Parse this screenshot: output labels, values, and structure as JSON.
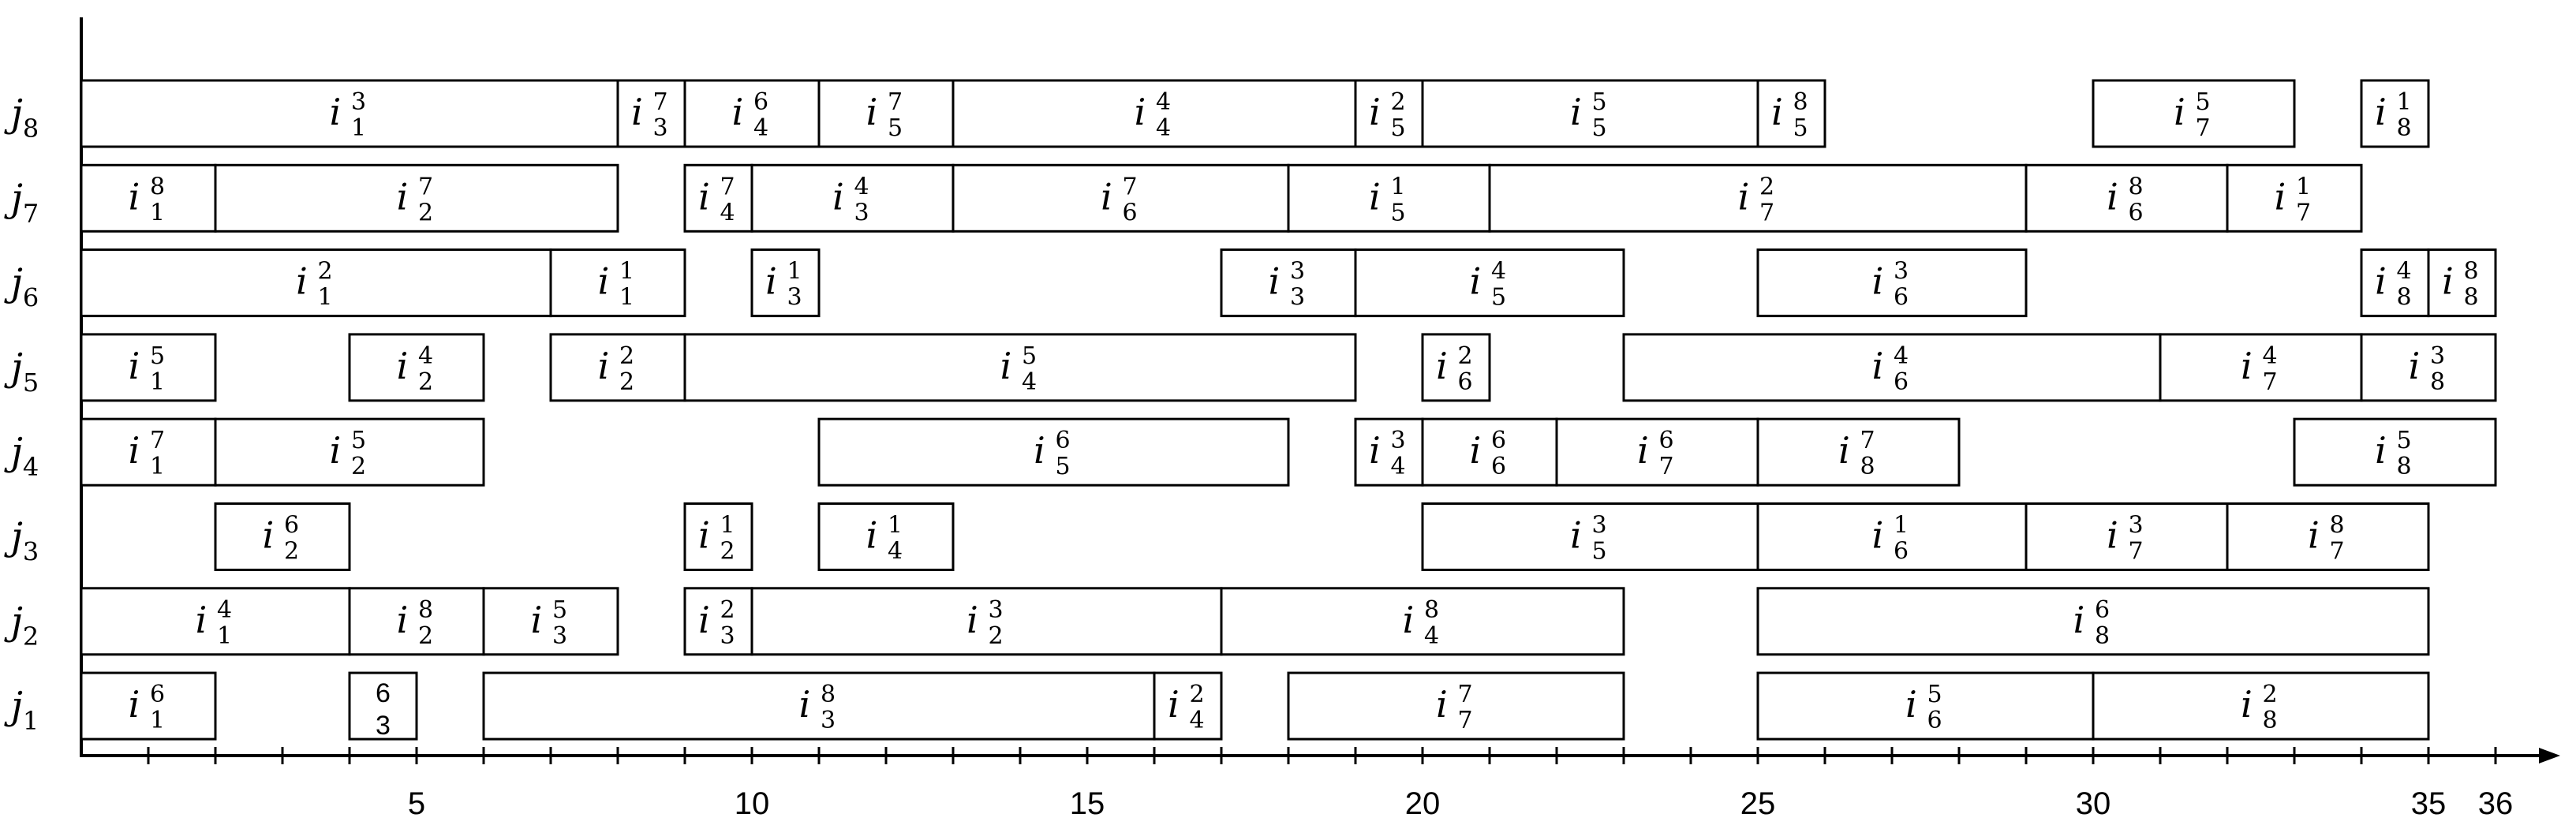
{
  "chart_data": {
    "type": "gantt",
    "x_range": [
      0,
      36
    ],
    "x_tick_labels": [
      5,
      10,
      15,
      20,
      25,
      30,
      35,
      36
    ],
    "rows": [
      {
        "label_base": "j",
        "label_sub": "8",
        "tasks": [
          {
            "start": 0,
            "end": 8,
            "sub": "1",
            "sup": "3"
          },
          {
            "start": 8,
            "end": 9,
            "sub": "3",
            "sup": "7"
          },
          {
            "start": 9,
            "end": 11,
            "sub": "4",
            "sup": "6"
          },
          {
            "start": 11,
            "end": 13,
            "sub": "5",
            "sup": "7"
          },
          {
            "start": 13,
            "end": 19,
            "sub": "4",
            "sup": "4"
          },
          {
            "start": 19,
            "end": 20,
            "sub": "5",
            "sup": "2"
          },
          {
            "start": 20,
            "end": 25,
            "sub": "5",
            "sup": "5"
          },
          {
            "start": 25,
            "end": 26,
            "sub": "5",
            "sup": "8"
          },
          {
            "start": 30,
            "end": 33,
            "sub": "7",
            "sup": "5"
          },
          {
            "start": 34,
            "end": 35,
            "sub": "8",
            "sup": "1"
          }
        ]
      },
      {
        "label_base": "j",
        "label_sub": "7",
        "tasks": [
          {
            "start": 0,
            "end": 2,
            "sub": "1",
            "sup": "8"
          },
          {
            "start": 2,
            "end": 8,
            "sub": "2",
            "sup": "7"
          },
          {
            "start": 9,
            "end": 10,
            "sub": "4",
            "sup": "7"
          },
          {
            "start": 10,
            "end": 13,
            "sub": "3",
            "sup": "4"
          },
          {
            "start": 13,
            "end": 18,
            "sub": "6",
            "sup": "7"
          },
          {
            "start": 18,
            "end": 21,
            "sub": "5",
            "sup": "1"
          },
          {
            "start": 21,
            "end": 29,
            "sub": "7",
            "sup": "2"
          },
          {
            "start": 29,
            "end": 32,
            "sub": "6",
            "sup": "8"
          },
          {
            "start": 32,
            "end": 34,
            "sub": "7",
            "sup": "1"
          }
        ]
      },
      {
        "label_base": "j",
        "label_sub": "6",
        "tasks": [
          {
            "start": 0,
            "end": 7,
            "sub": "1",
            "sup": "2"
          },
          {
            "start": 7,
            "end": 9,
            "sub": "1",
            "sup": "1"
          },
          {
            "start": 10,
            "end": 11,
            "sub": "3",
            "sup": "1"
          },
          {
            "start": 17,
            "end": 19,
            "sub": "3",
            "sup": "3"
          },
          {
            "start": 19,
            "end": 23,
            "sub": "5",
            "sup": "4"
          },
          {
            "start": 25,
            "end": 29,
            "sub": "6",
            "sup": "3"
          },
          {
            "start": 34,
            "end": 35,
            "sub": "8",
            "sup": "4"
          },
          {
            "start": 35,
            "end": 36,
            "sub": "8",
            "sup": "8"
          }
        ]
      },
      {
        "label_base": "j",
        "label_sub": "5",
        "tasks": [
          {
            "start": 0,
            "end": 2,
            "sub": "1",
            "sup": "5"
          },
          {
            "start": 4,
            "end": 6,
            "sub": "2",
            "sup": "4"
          },
          {
            "start": 7,
            "end": 9,
            "sub": "2",
            "sup": "2"
          },
          {
            "start": 9,
            "end": 19,
            "sub": "4",
            "sup": "5"
          },
          {
            "start": 20,
            "end": 21,
            "sub": "6",
            "sup": "2"
          },
          {
            "start": 23,
            "end": 31,
            "sub": "6",
            "sup": "4"
          },
          {
            "start": 31,
            "end": 34,
            "sub": "7",
            "sup": "4"
          },
          {
            "start": 34,
            "end": 36,
            "sub": "8",
            "sup": "3"
          }
        ]
      },
      {
        "label_base": "j",
        "label_sub": "4",
        "tasks": [
          {
            "start": 0,
            "end": 2,
            "sub": "1",
            "sup": "7"
          },
          {
            "start": 2,
            "end": 6,
            "sub": "2",
            "sup": "5"
          },
          {
            "start": 11,
            "end": 18,
            "sub": "5",
            "sup": "6"
          },
          {
            "start": 19,
            "end": 20,
            "sub": "4",
            "sup": "3"
          },
          {
            "start": 20,
            "end": 22,
            "sub": "6",
            "sup": "6"
          },
          {
            "start": 22,
            "end": 25,
            "sub": "7",
            "sup": "6"
          },
          {
            "start": 25,
            "end": 28,
            "sub": "8",
            "sup": "7"
          },
          {
            "start": 33,
            "end": 36,
            "sub": "8",
            "sup": "5"
          }
        ]
      },
      {
        "label_base": "j",
        "label_sub": "3",
        "tasks": [
          {
            "start": 2,
            "end": 4,
            "sub": "2",
            "sup": "6"
          },
          {
            "start": 9,
            "end": 10,
            "sub": "2",
            "sup": "1"
          },
          {
            "start": 11,
            "end": 13,
            "sub": "4",
            "sup": "1"
          },
          {
            "start": 20,
            "end": 25,
            "sub": "5",
            "sup": "3"
          },
          {
            "start": 25,
            "end": 29,
            "sub": "6",
            "sup": "1"
          },
          {
            "start": 29,
            "end": 32,
            "sub": "7",
            "sup": "3"
          },
          {
            "start": 32,
            "end": 35,
            "sub": "7",
            "sup": "8"
          }
        ]
      },
      {
        "label_base": "j",
        "label_sub": "2",
        "tasks": [
          {
            "start": 0,
            "end": 4,
            "sub": "1",
            "sup": "4"
          },
          {
            "start": 4,
            "end": 6,
            "sub": "2",
            "sup": "8"
          },
          {
            "start": 6,
            "end": 8,
            "sub": "3",
            "sup": "5"
          },
          {
            "start": 9,
            "end": 10,
            "sub": "3",
            "sup": "2"
          },
          {
            "start": 10,
            "end": 17,
            "sub": "2",
            "sup": "3"
          },
          {
            "start": 17,
            "end": 23,
            "sub": "4",
            "sup": "8"
          },
          {
            "start": 25,
            "end": 35,
            "sub": "8",
            "sup": "6"
          }
        ]
      },
      {
        "label_base": "j",
        "label_sub": "1",
        "tasks": [
          {
            "start": 0,
            "end": 2,
            "sub": "1",
            "sup": "6"
          },
          {
            "start": 4,
            "end": 5,
            "plain_top": "6",
            "plain_bottom": "3"
          },
          {
            "start": 6,
            "end": 16,
            "sub": "3",
            "sup": "8"
          },
          {
            "start": 16,
            "end": 17,
            "sub": "4",
            "sup": "2"
          },
          {
            "start": 18,
            "end": 23,
            "sub": "7",
            "sup": "7"
          },
          {
            "start": 25,
            "end": 30,
            "sub": "6",
            "sup": "5"
          },
          {
            "start": 30,
            "end": 35,
            "sub": "8",
            "sup": "2"
          }
        ]
      }
    ],
    "task_label_base": "i"
  }
}
